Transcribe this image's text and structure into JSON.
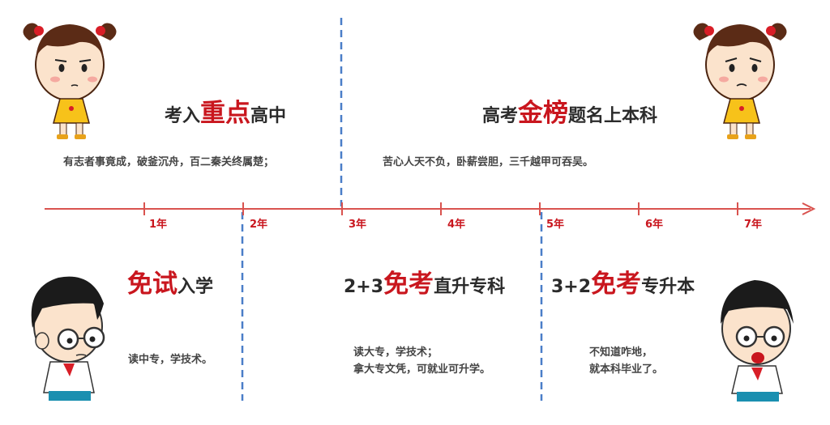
{
  "colors": {
    "accent": "#c9161e",
    "timeline": "#d9534f",
    "divider": "#4a7ec8",
    "text": "#2b2b2b"
  },
  "timeline": {
    "ticks": [
      "1年",
      "2年",
      "3年",
      "4年",
      "5年",
      "6年",
      "7年"
    ]
  },
  "top": {
    "left": {
      "title_pre": "考入",
      "title_hl": "重点",
      "title_post": "高中",
      "desc": "有志者事竟成，破釜沉舟，百二秦关终属楚；"
    },
    "right": {
      "title_pre": "高考",
      "title_hl": "金榜",
      "title_post": "题名上本科",
      "desc": "苦心人天不负，卧薪尝胆，三千越甲可吞吴。"
    }
  },
  "bottom": {
    "left": {
      "title_hl": "免试",
      "title_post": "入学",
      "desc": "读中专，学技术。"
    },
    "mid": {
      "title_pre": "2+3",
      "title_hl": "免考",
      "title_post": "直升专科",
      "desc_line1": "读大专，学技术；",
      "desc_line2": "拿大专文凭，可就业可升学。"
    },
    "right": {
      "title_pre": "3+2",
      "title_hl": "免考",
      "title_post": "专升本",
      "desc_line1": "不知道咋地，",
      "desc_line2": "就本科毕业了。"
    }
  }
}
